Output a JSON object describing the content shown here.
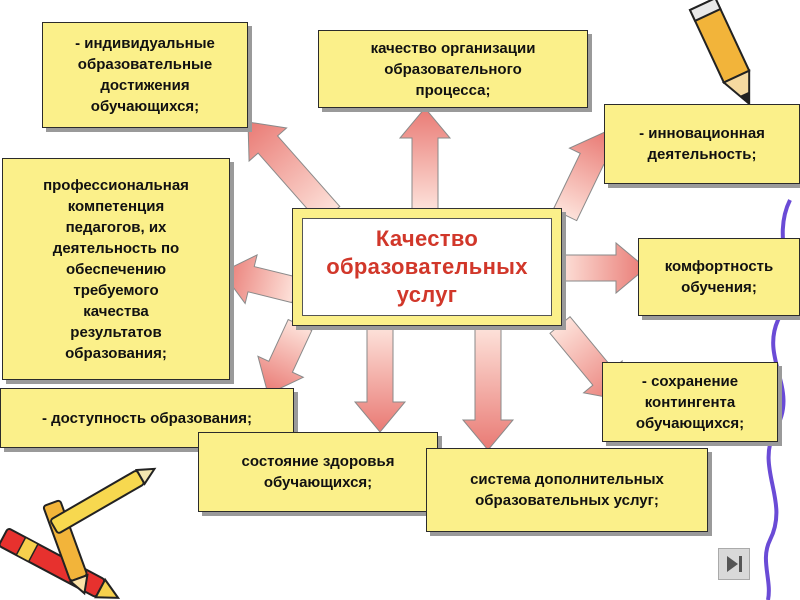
{
  "center": {
    "text": "Качество\nобразовательных\nуслуг"
  },
  "boxes": {
    "individual": "- индивидуальные\nобразовательные\nдостижения\nобучающихся;",
    "organization": "качество организации\nобразовательного\nпроцесса;",
    "innovation": "- инновационная\nдеятельность;",
    "professional": "профессиональная\nкомпетенция\nпедагогов, их\nдеятельность по\nобеспечению\nтребуемого\nкачества\nрезультатов\nобразования;",
    "comfort": "комфортность\nобучения;",
    "retention": "- сохранение\nконтингента\nобучающихся;",
    "accessibility": "- доступность образования;",
    "health": "состояние здоровья\nобучающихся;",
    "additional": "система дополнительных\nобразовательных услуг;"
  },
  "colors": {
    "box_fill": "#fbf08a",
    "center_text": "#d1372a",
    "arrow_light": "#fde0d8",
    "arrow_dark": "#ea7e78"
  },
  "icons": [
    "pencil-icon",
    "crayons-icon",
    "next-slide-icon"
  ]
}
